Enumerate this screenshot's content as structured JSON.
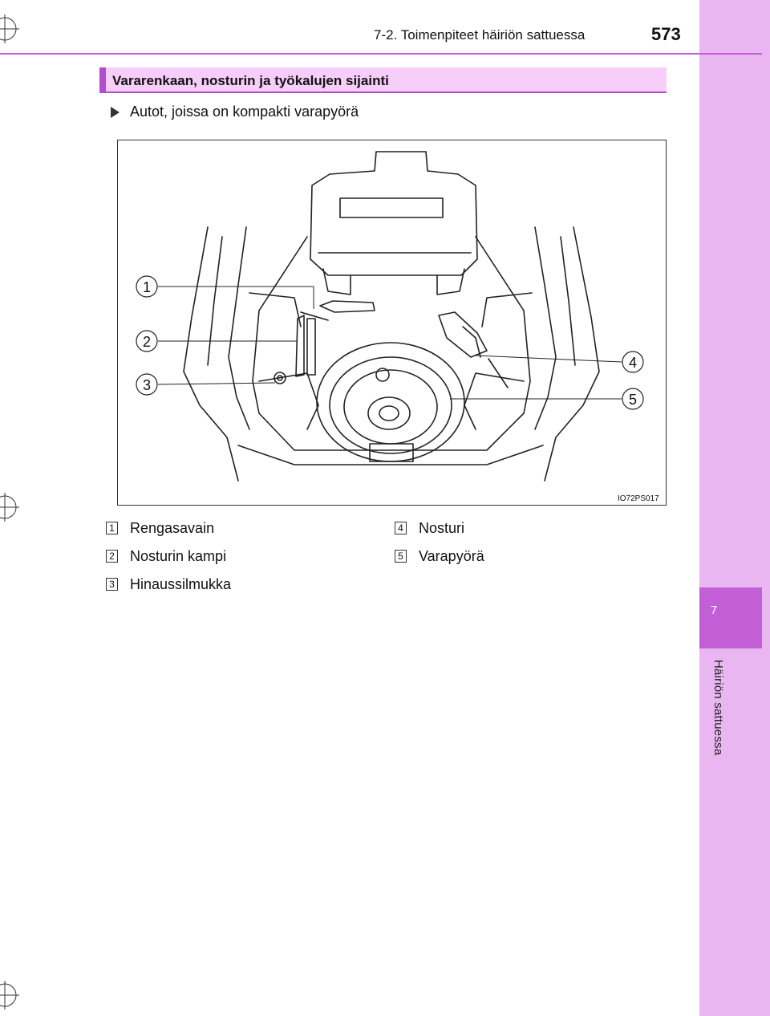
{
  "header": {
    "title": "7-2. Toimenpiteet häiriön sattuessa",
    "page_number": "573"
  },
  "side_tab": {
    "chapter_number": "7",
    "chapter_label": "Häiriön sattuessa"
  },
  "section": {
    "title": "Vararenkaan, nosturin ja työkalujen sijainti",
    "variant": "Autot, joissa on kompakti varapyörä"
  },
  "figure": {
    "code": "IO72PS017",
    "callouts": [
      "1",
      "2",
      "3",
      "4",
      "5"
    ]
  },
  "legend": [
    {
      "number": "1",
      "text": "Rengasavain"
    },
    {
      "number": "2",
      "text": "Nosturin kampi"
    },
    {
      "number": "3",
      "text": "Hinaussilmukka"
    },
    {
      "number": "4",
      "text": "Nosturi"
    },
    {
      "number": "5",
      "text": "Varapyörä"
    }
  ]
}
